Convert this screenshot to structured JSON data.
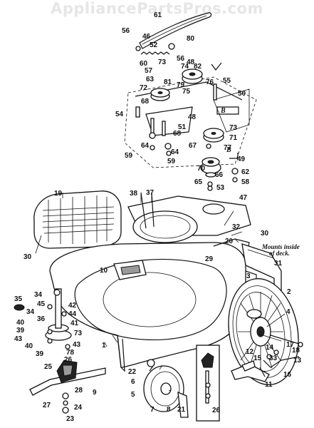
{
  "watermark": "AppliancePartsPros.com",
  "note": {
    "line1": "Mounts inside",
    "line2": "of deck."
  },
  "labels": {
    "p1": "1",
    "p2": "2",
    "p3": "3",
    "p4": "4",
    "p5": "5",
    "p6": "6",
    "p7": "7",
    "p8": "8",
    "p9": "9",
    "p10": "10",
    "p11": "11",
    "p12": "12",
    "p13": "13",
    "p14": "14",
    "p15": "15",
    "p16": "16",
    "p17": "17",
    "p18": "18",
    "p19": "19",
    "p20": "20",
    "p21": "21",
    "p22": "22",
    "p23": "23",
    "p24": "24",
    "p25": "25",
    "p26a": "26",
    "p26b": "26",
    "p27": "27",
    "p28": "28",
    "p29": "29",
    "p30a": "30",
    "p30b": "30",
    "p31": "31",
    "p32": "32",
    "p33": "33",
    "p34a": "34",
    "p34b": "34",
    "p35": "35",
    "p36": "36",
    "p37": "37",
    "p38": "38",
    "p39a": "39",
    "p39b": "39",
    "p40a": "40",
    "p40b": "40",
    "p41": "41",
    "p42": "42",
    "p43a": "43",
    "p43b": "43",
    "p44": "44",
    "p45": "45",
    "p46": "46",
    "p47": "47",
    "p48a": "48",
    "p48b": "48",
    "p49": "49",
    "p50": "50",
    "p51": "51",
    "p52": "52",
    "p53": "53",
    "p54": "54",
    "p55": "55",
    "p56a": "56",
    "p56b": "56",
    "p57": "57",
    "p58": "58",
    "p59a": "59",
    "p59b": "59",
    "p60": "60",
    "p61": "61",
    "p62": "62",
    "p63": "63",
    "p64a": "64",
    "p64b": "64",
    "p65": "65",
    "p66": "66",
    "p67": "67",
    "p68a": "68",
    "p68b": "68",
    "p70": "70",
    "p71": "71",
    "p72": "72",
    "p73a": "73",
    "p73b": "73",
    "p73c": "73",
    "p74": "74",
    "p75": "75",
    "p76": "76",
    "p77": "77",
    "p78": "78",
    "p79": "79",
    "p80": "80",
    "p81": "81",
    "p82": "82",
    "b1": "B",
    "b2": "B"
  }
}
